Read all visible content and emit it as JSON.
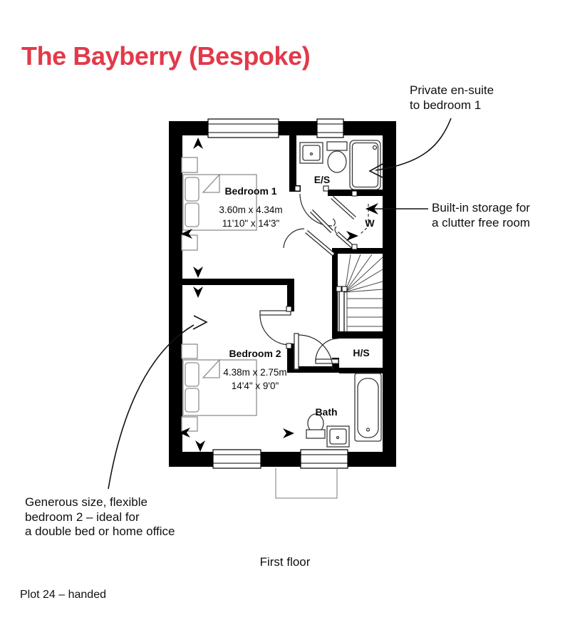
{
  "page": {
    "title": "The Bayberry (Bespoke)",
    "floor_caption": "First floor",
    "plot_caption": "Plot 24 – handed",
    "accent_color": "#e23a4a"
  },
  "annotations": {
    "ensuite": {
      "line1": "Private en-suite",
      "line2": "to bedroom 1"
    },
    "storage": {
      "line1": "Built-in storage for",
      "line2": "a clutter free room"
    },
    "bedroom2": {
      "line1": "Generous size, flexible",
      "line2": "bedroom 2 – ideal for",
      "line3": "a double bed or home office"
    }
  },
  "rooms": {
    "bedroom1": {
      "name": "Bedroom 1",
      "metric": "3.60m x 4.34m",
      "imperial": "11'10\" x 14'3\""
    },
    "bedroom2": {
      "name": "Bedroom 2",
      "metric": "4.38m x 2.75m",
      "imperial": "14'4\" x 9'0\""
    },
    "ensuite": {
      "abbr": "E/S"
    },
    "wardrobe": {
      "abbr": "W"
    },
    "storage_cupboard": {
      "abbr": "H/S"
    },
    "bath": {
      "name": "Bath"
    }
  }
}
